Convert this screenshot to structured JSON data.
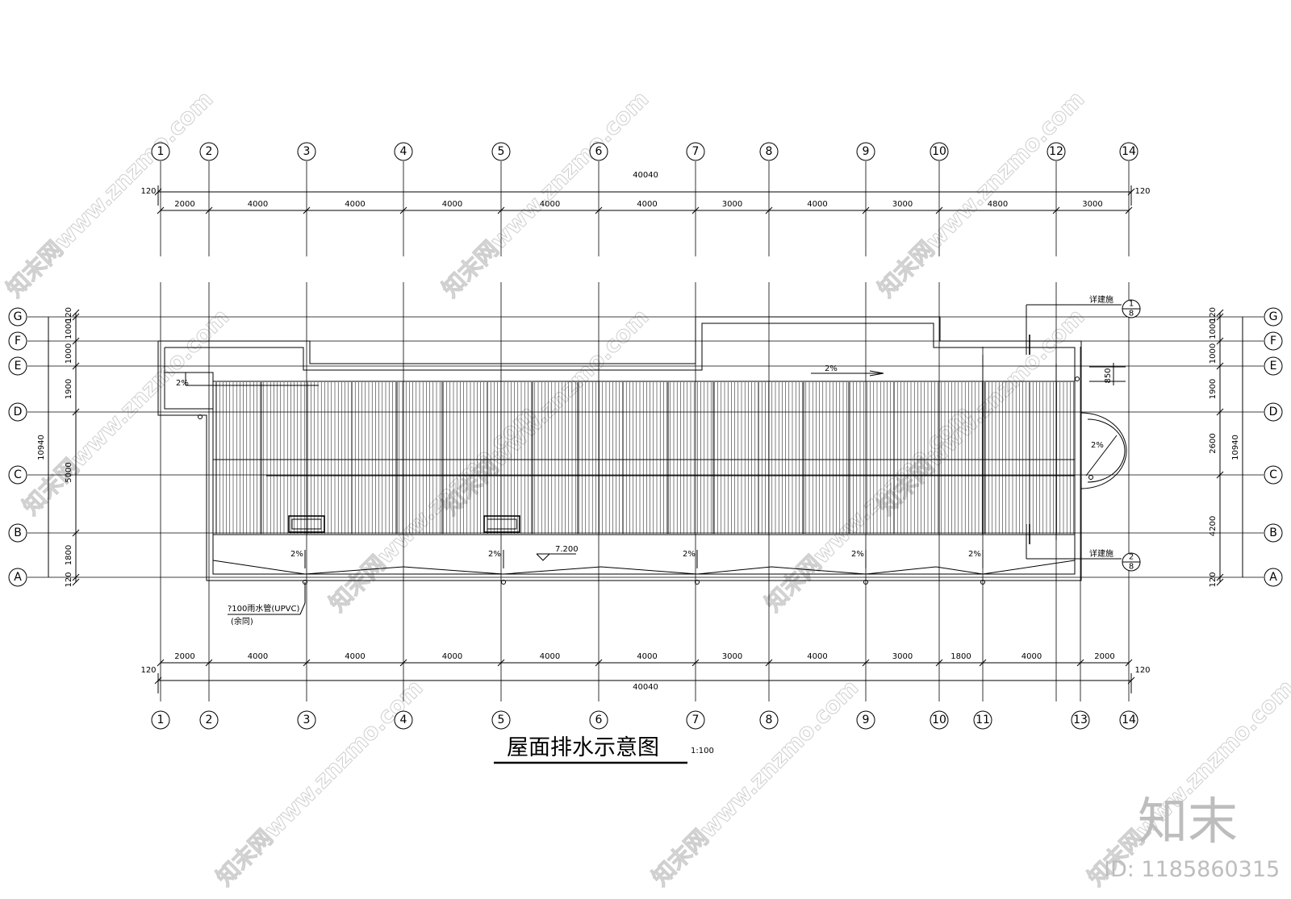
{
  "drawing": {
    "title": "屋面排水示意图",
    "scale": "1:100",
    "axes_top": [
      "1",
      "2",
      "3",
      "4",
      "5",
      "6",
      "7",
      "8",
      "9",
      "10",
      "12",
      "14"
    ],
    "axes_bottom": [
      "1",
      "2",
      "3",
      "4",
      "5",
      "6",
      "7",
      "8",
      "9",
      "10",
      "11",
      "13",
      "14"
    ],
    "axes_rows": [
      "G",
      "F",
      "E",
      "D",
      "C",
      "B",
      "A"
    ],
    "dims_top_total": "40040",
    "dims_top_edge": "120",
    "dims_top": [
      "2000",
      "4000",
      "4000",
      "4000",
      "4000",
      "4000",
      "3000",
      "4000",
      "3000",
      "4800",
      "3000"
    ],
    "dims_bottom": [
      "2000",
      "4000",
      "4000",
      "4000",
      "4000",
      "4000",
      "3000",
      "4000",
      "3000",
      "1800",
      "4000",
      "2000"
    ],
    "dims_bottom_total": "40040",
    "dims_bottom_edge": "120",
    "dims_left": [
      "120",
      "1000",
      "1000",
      "1900",
      "5000",
      "1800",
      "120"
    ],
    "dims_left_total": "10940",
    "dims_right": [
      "120",
      "1000",
      "1000",
      "1900",
      "2600",
      "4200",
      "120"
    ],
    "dims_right_total": "10940",
    "dim_850": "850",
    "slope_label": "2%",
    "elevation": "7.200",
    "pipe_label_1": "?100雨水管(UPVC)",
    "pipe_label_2": "(余同)",
    "detail_label": "详建施",
    "detail_1_num": "1",
    "detail_1_sheet": "8",
    "detail_2_num": "2",
    "detail_2_sheet": "8"
  },
  "watermark": {
    "text": "知末网www.znzmo.com",
    "brand": "知末",
    "id": "ID: 1185860315"
  }
}
